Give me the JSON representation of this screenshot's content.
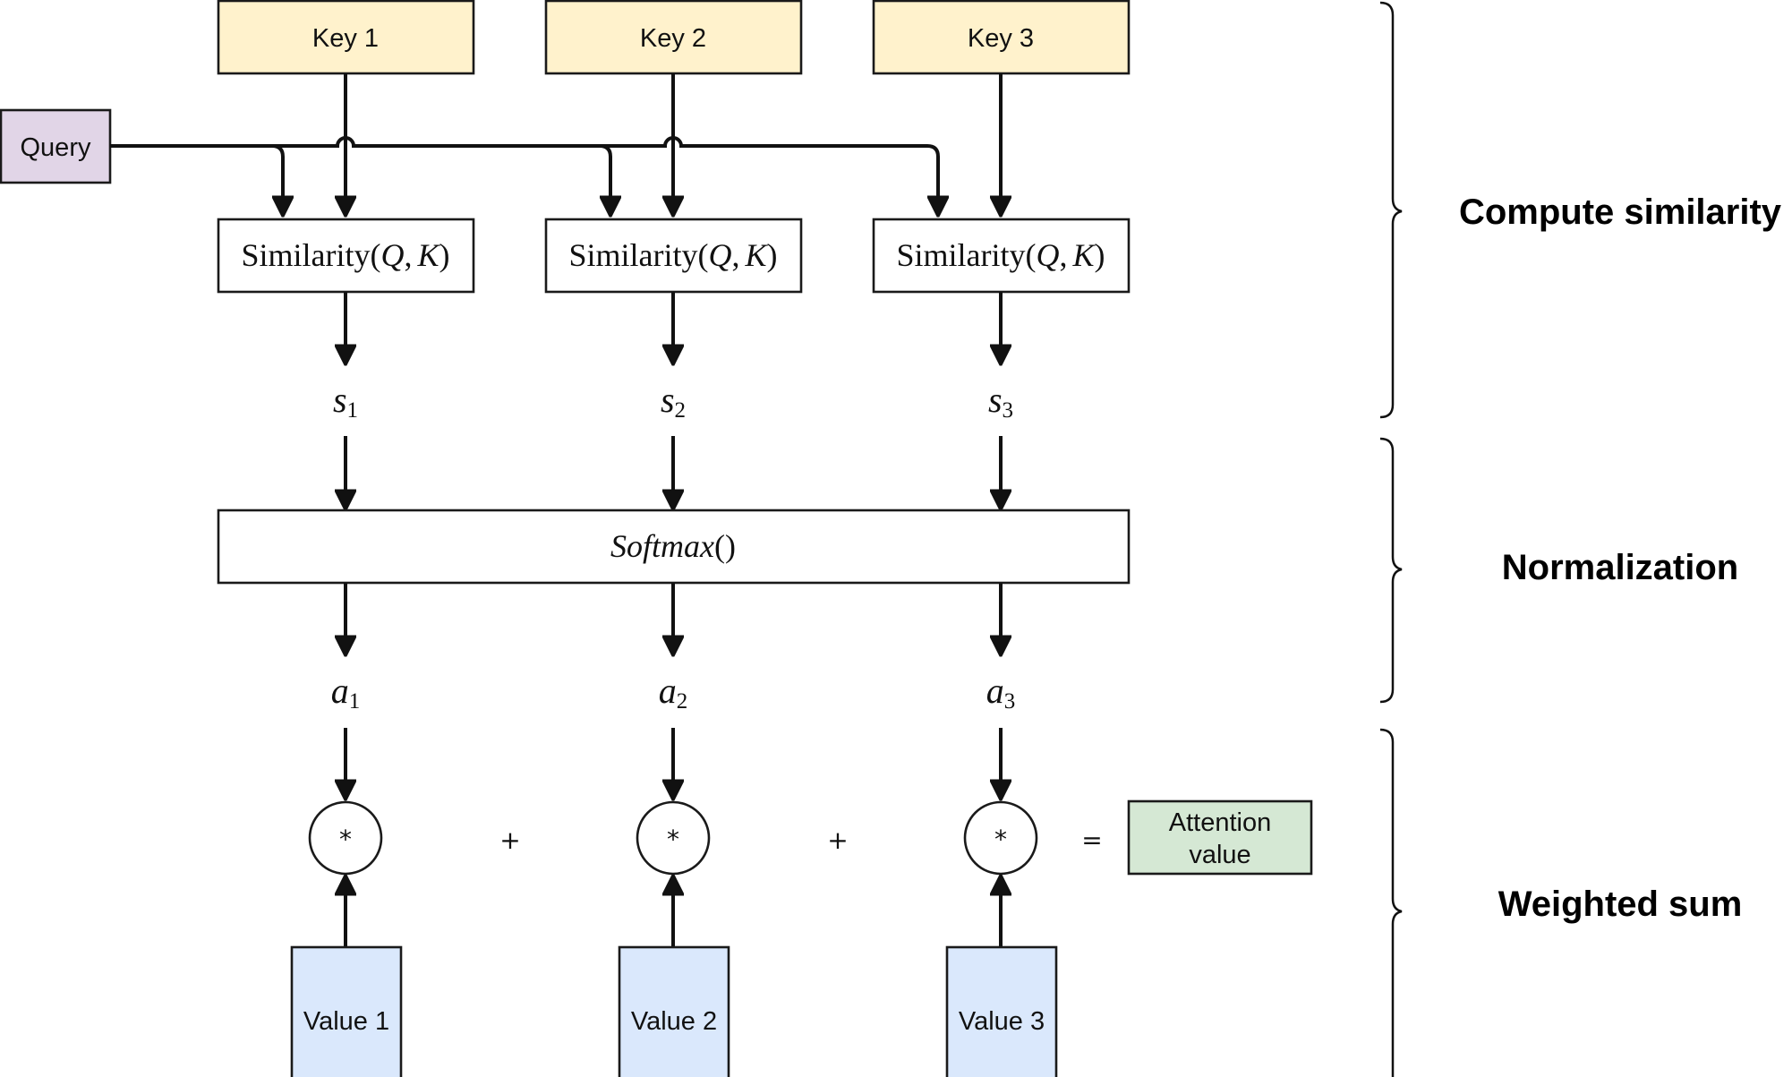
{
  "query": {
    "label": "Query",
    "color": "#e1d5e7"
  },
  "keys": [
    {
      "label": "Key 1"
    },
    {
      "label": "Key 2"
    },
    {
      "label": "Key 3"
    }
  ],
  "key_color": "#fff2cc",
  "similarity": {
    "fn": "Similarity",
    "args_open": "(",
    "q": "Q",
    "comma": ",",
    "k": "K",
    "args_close": ")"
  },
  "scores": [
    {
      "base": "s",
      "sub": "1"
    },
    {
      "base": "s",
      "sub": "2"
    },
    {
      "base": "s",
      "sub": "3"
    }
  ],
  "softmax": {
    "fn": "Softmax",
    "parens": "()"
  },
  "weights": [
    {
      "base": "a",
      "sub": "1"
    },
    {
      "base": "a",
      "sub": "2"
    },
    {
      "base": "a",
      "sub": "3"
    }
  ],
  "multiply_symbol": "*",
  "plus_symbol": "+",
  "equals_symbol": "=",
  "values": [
    {
      "label": "Value 1"
    },
    {
      "label": "Value 2"
    },
    {
      "label": "Value 3"
    }
  ],
  "value_color": "#dae8fc",
  "result": {
    "line1": "Attention",
    "line2": "value",
    "color": "#d5e8d4"
  },
  "sections": [
    {
      "label": "Compute similarity"
    },
    {
      "label": "Normalization"
    },
    {
      "label": "Weighted sum"
    }
  ]
}
